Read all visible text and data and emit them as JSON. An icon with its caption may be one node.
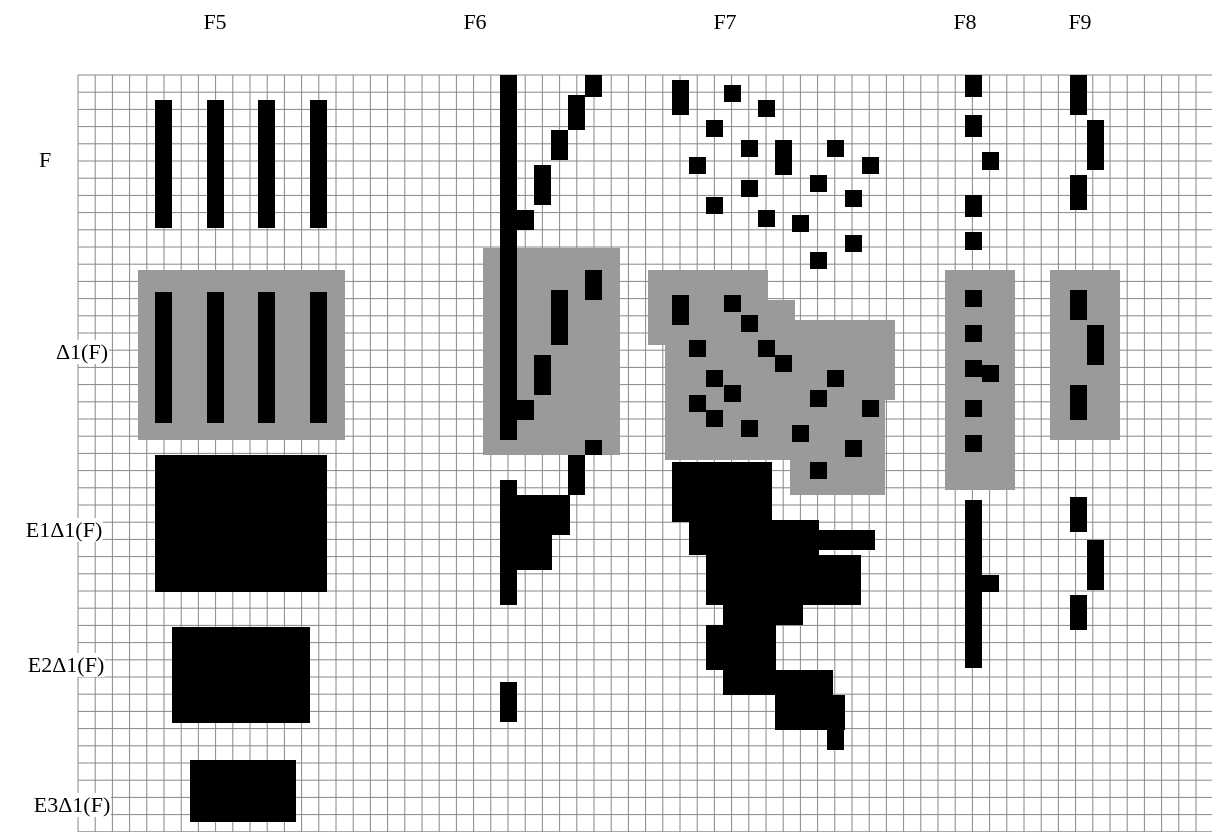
{
  "diagram": {
    "labels": [
      "F5",
      "F6",
      "F7",
      "F8",
      "F9",
      "F",
      "Δ1(F)",
      "E1Δ1(F)",
      "E2Δ1(F)",
      "E3Δ1(F)"
    ]
  }
}
